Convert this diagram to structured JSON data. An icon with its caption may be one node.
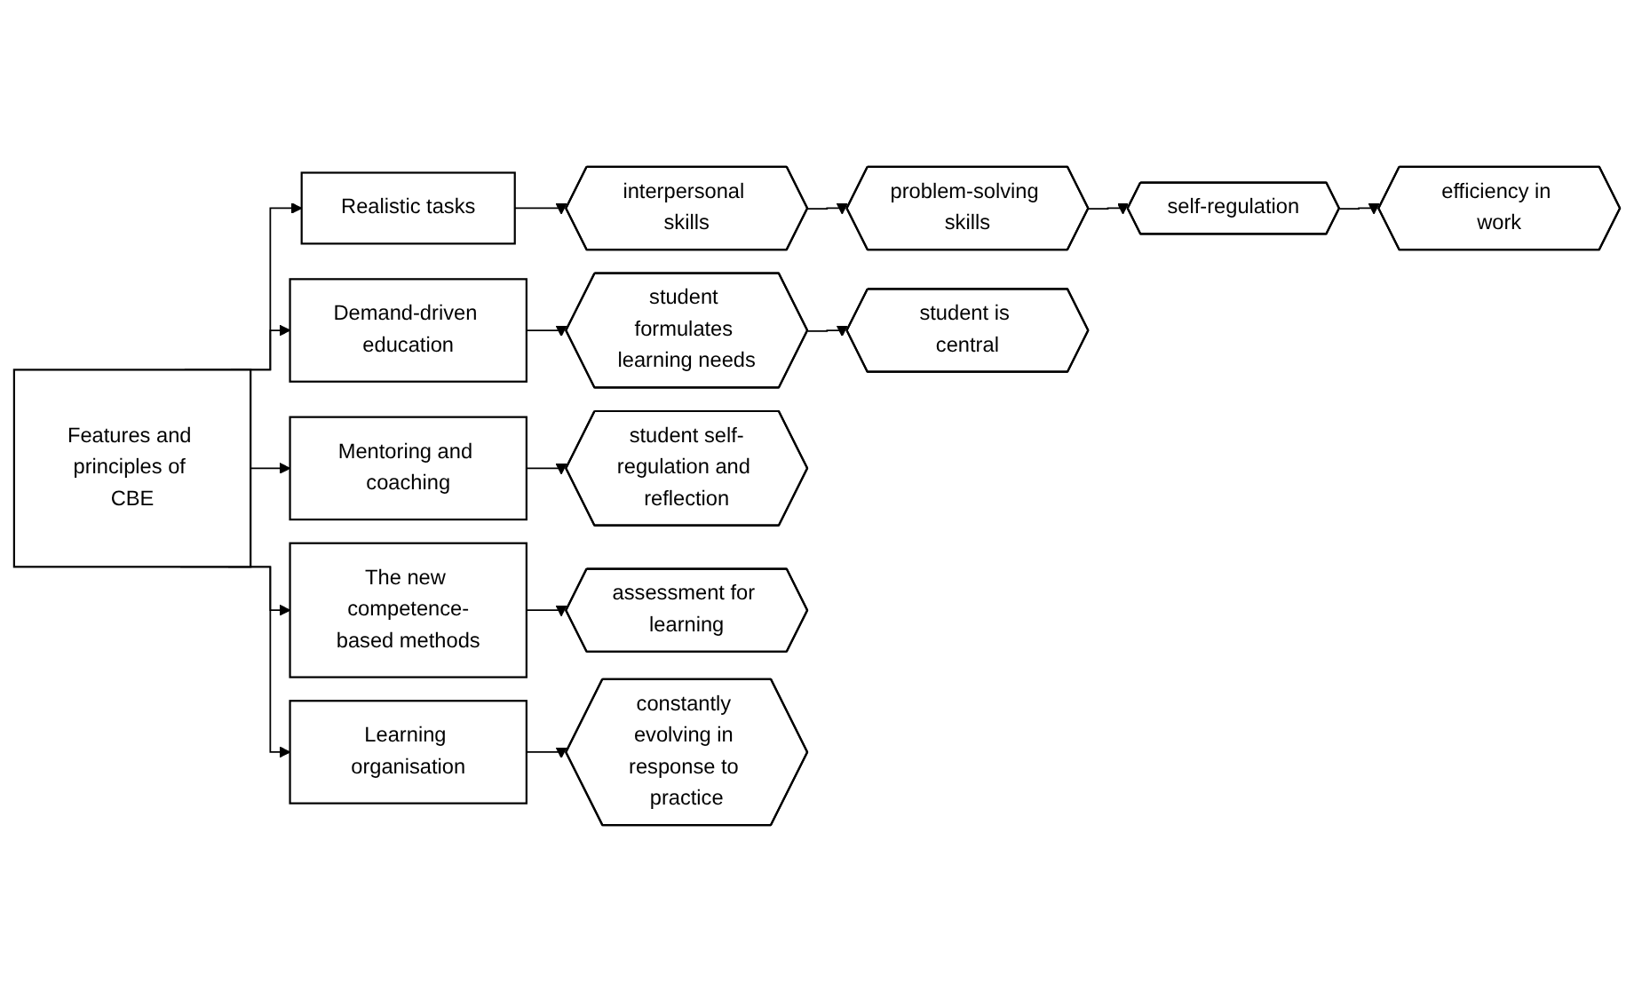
{
  "diagram": {
    "nodes": [
      {
        "text": [
          "Features and principles of CBE"
        ]
      },
      {
        "text": [
          "Realistic tasks"
        ]
      },
      {
        "text": [
          "interpersonal skills"
        ]
      },
      {
        "text": [
          "problem-solving skills"
        ]
      },
      {
        "text": [
          "self-regulation"
        ]
      },
      {
        "text": [
          "efficiency in work"
        ]
      },
      {
        "text": [
          "Demand-driven education"
        ]
      },
      {
        "text": [
          "student formulates learning needs"
        ]
      },
      {
        "text": [
          "student is central"
        ]
      },
      {
        "text": [
          "Mentoring and coaching"
        ]
      },
      {
        "text": [
          "student self-regulation and reflection"
        ]
      },
      {
        "text": [
          "The new competence-based methods"
        ]
      },
      {
        "text": [
          "assessment for learning"
        ]
      },
      {
        "text": [
          "Learning organisation"
        ]
      },
      {
        "text": [
          "constantly evolving in response to practice"
        ]
      }
    ],
    "edges": [
      {
        "from": 0,
        "to": 1,
        "arrow": "to"
      },
      {
        "from": 0,
        "to": 6,
        "arrow": "to"
      },
      {
        "from": 0,
        "to": 9,
        "arrow": "to"
      },
      {
        "from": 0,
        "to": 11,
        "arrow": "to"
      },
      {
        "from": 0,
        "to": 13,
        "arrow": "to"
      },
      {
        "from": 1,
        "to": 2,
        "arrow": "to"
      },
      {
        "from": 2,
        "to": 3,
        "arrow": "to"
      },
      {
        "from": 3,
        "to": 4,
        "arrow": "to"
      },
      {
        "from": 4,
        "to": 5,
        "arrow": "to"
      },
      {
        "from": 6,
        "to": 7,
        "arrow": "to"
      },
      {
        "from": 7,
        "to": 8,
        "arrow": "to"
      },
      {
        "from": 9,
        "to": 10,
        "arrow": "to"
      },
      {
        "from": 11,
        "to": 12,
        "arrow": "to"
      },
      {
        "from": 13,
        "to": 14,
        "arrow": "to"
      }
    ]
  }
}
